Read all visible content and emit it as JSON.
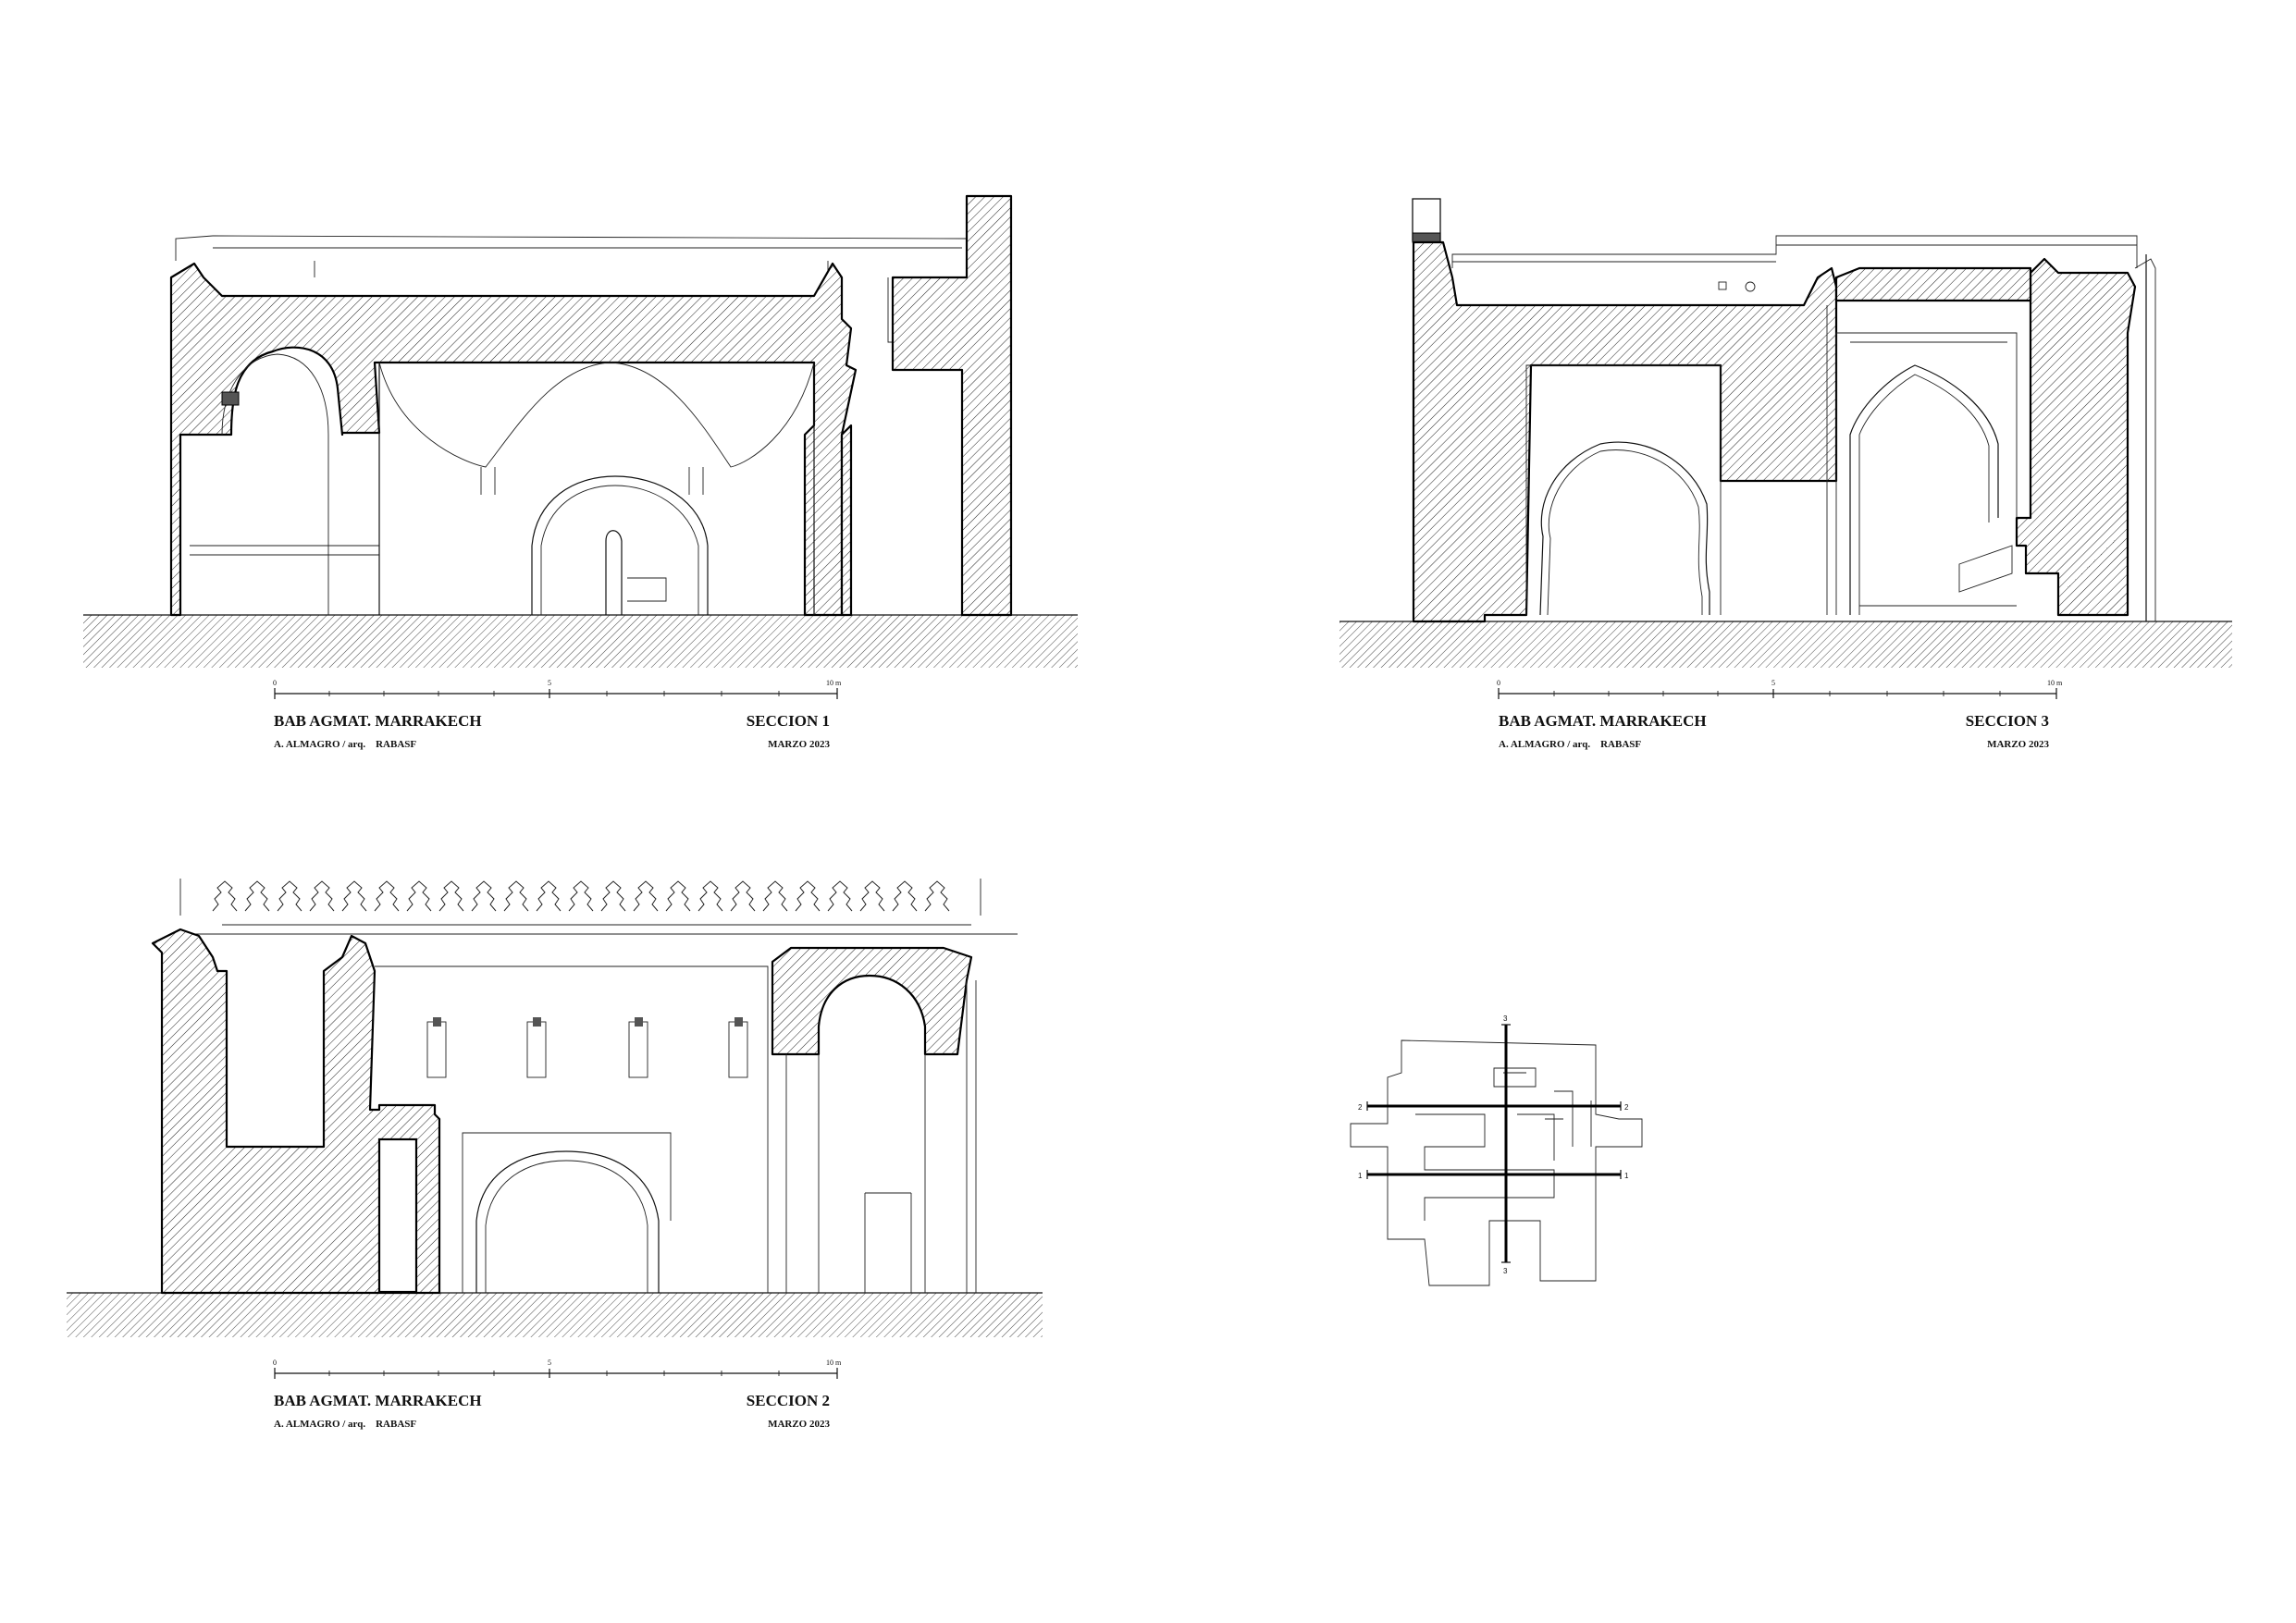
{
  "colors": {
    "ink": "#111111",
    "paper": "#ffffff"
  },
  "sections": [
    {
      "id": "seccion-1",
      "project": "BAB AGMAT. MARRAKECH",
      "name": "SECCION 1",
      "author": "A. ALMAGRO / arq.    RABASF",
      "date": "MARZO 2023",
      "scale_ticks": [
        "0",
        "5",
        "10 m"
      ]
    },
    {
      "id": "seccion-3",
      "project": "BAB AGMAT. MARRAKECH",
      "name": "SECCION 3",
      "author": "A. ALMAGRO / arq.    RABASF",
      "date": "MARZO 2023",
      "scale_ticks": [
        "0",
        "5",
        "10 m"
      ]
    },
    {
      "id": "seccion-2",
      "project": "BAB AGMAT. MARRAKECH",
      "name": "SECCION 2",
      "author": "A. ALMAGRO / arq.    RABASF",
      "date": "MARZO 2023",
      "scale_ticks": [
        "0",
        "5",
        "10 m"
      ]
    }
  ],
  "key_plan": {
    "cut_labels": [
      "1",
      "1",
      "2",
      "2",
      "3",
      "3"
    ]
  }
}
